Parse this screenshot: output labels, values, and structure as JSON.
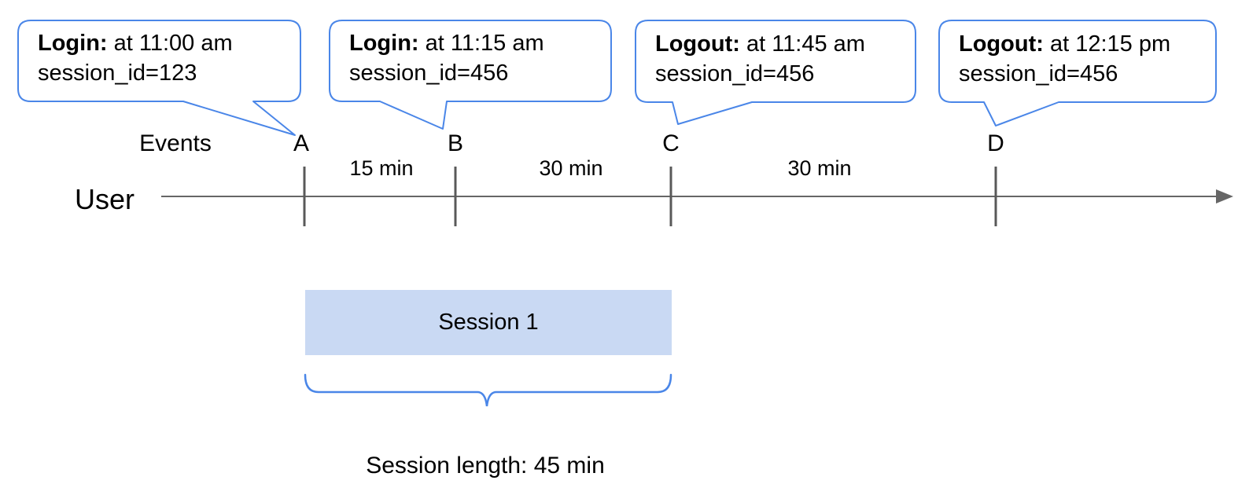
{
  "callouts": [
    {
      "event": "Login:",
      "detail": "at 11:00 am",
      "session": "session_id=123"
    },
    {
      "event": "Login:",
      "detail": "at 11:15 am",
      "session": "session_id=456"
    },
    {
      "event": "Logout:",
      "detail": "at 11:45 am",
      "session": "session_id=456"
    },
    {
      "event": "Logout:",
      "detail": "at 12:15 pm",
      "session": "session_id=456"
    }
  ],
  "timeline": {
    "axis_label": "User",
    "events_caption": "Events",
    "markers": [
      "A",
      "B",
      "C",
      "D"
    ],
    "intervals": [
      "15 min",
      "30 min",
      "30 min"
    ]
  },
  "session": {
    "box_label": "Session 1",
    "length_caption": "Session length: 45 min"
  },
  "colors": {
    "callout_border": "#4a86e8",
    "session_box_fill": "#c9d9f3",
    "axis_gray": "#666666",
    "tick_gray": "#595959",
    "text": "#000000"
  }
}
